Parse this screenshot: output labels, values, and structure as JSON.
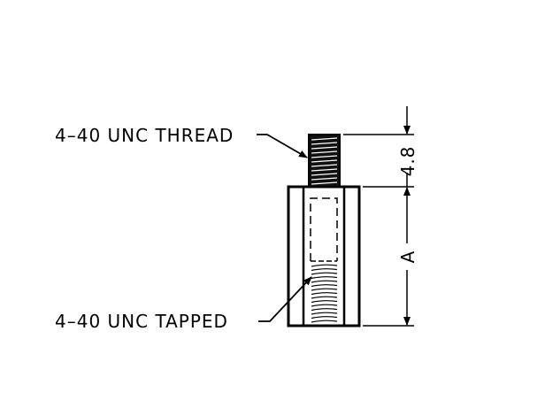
{
  "labels": {
    "thread": "4–40 UNC THREAD",
    "tapped": "4–40 UNC TAPPED"
  },
  "dimensions": {
    "stud_length": "4.8",
    "body_length": "A"
  },
  "colors": {
    "line": "#000000",
    "background": "#ffffff"
  }
}
